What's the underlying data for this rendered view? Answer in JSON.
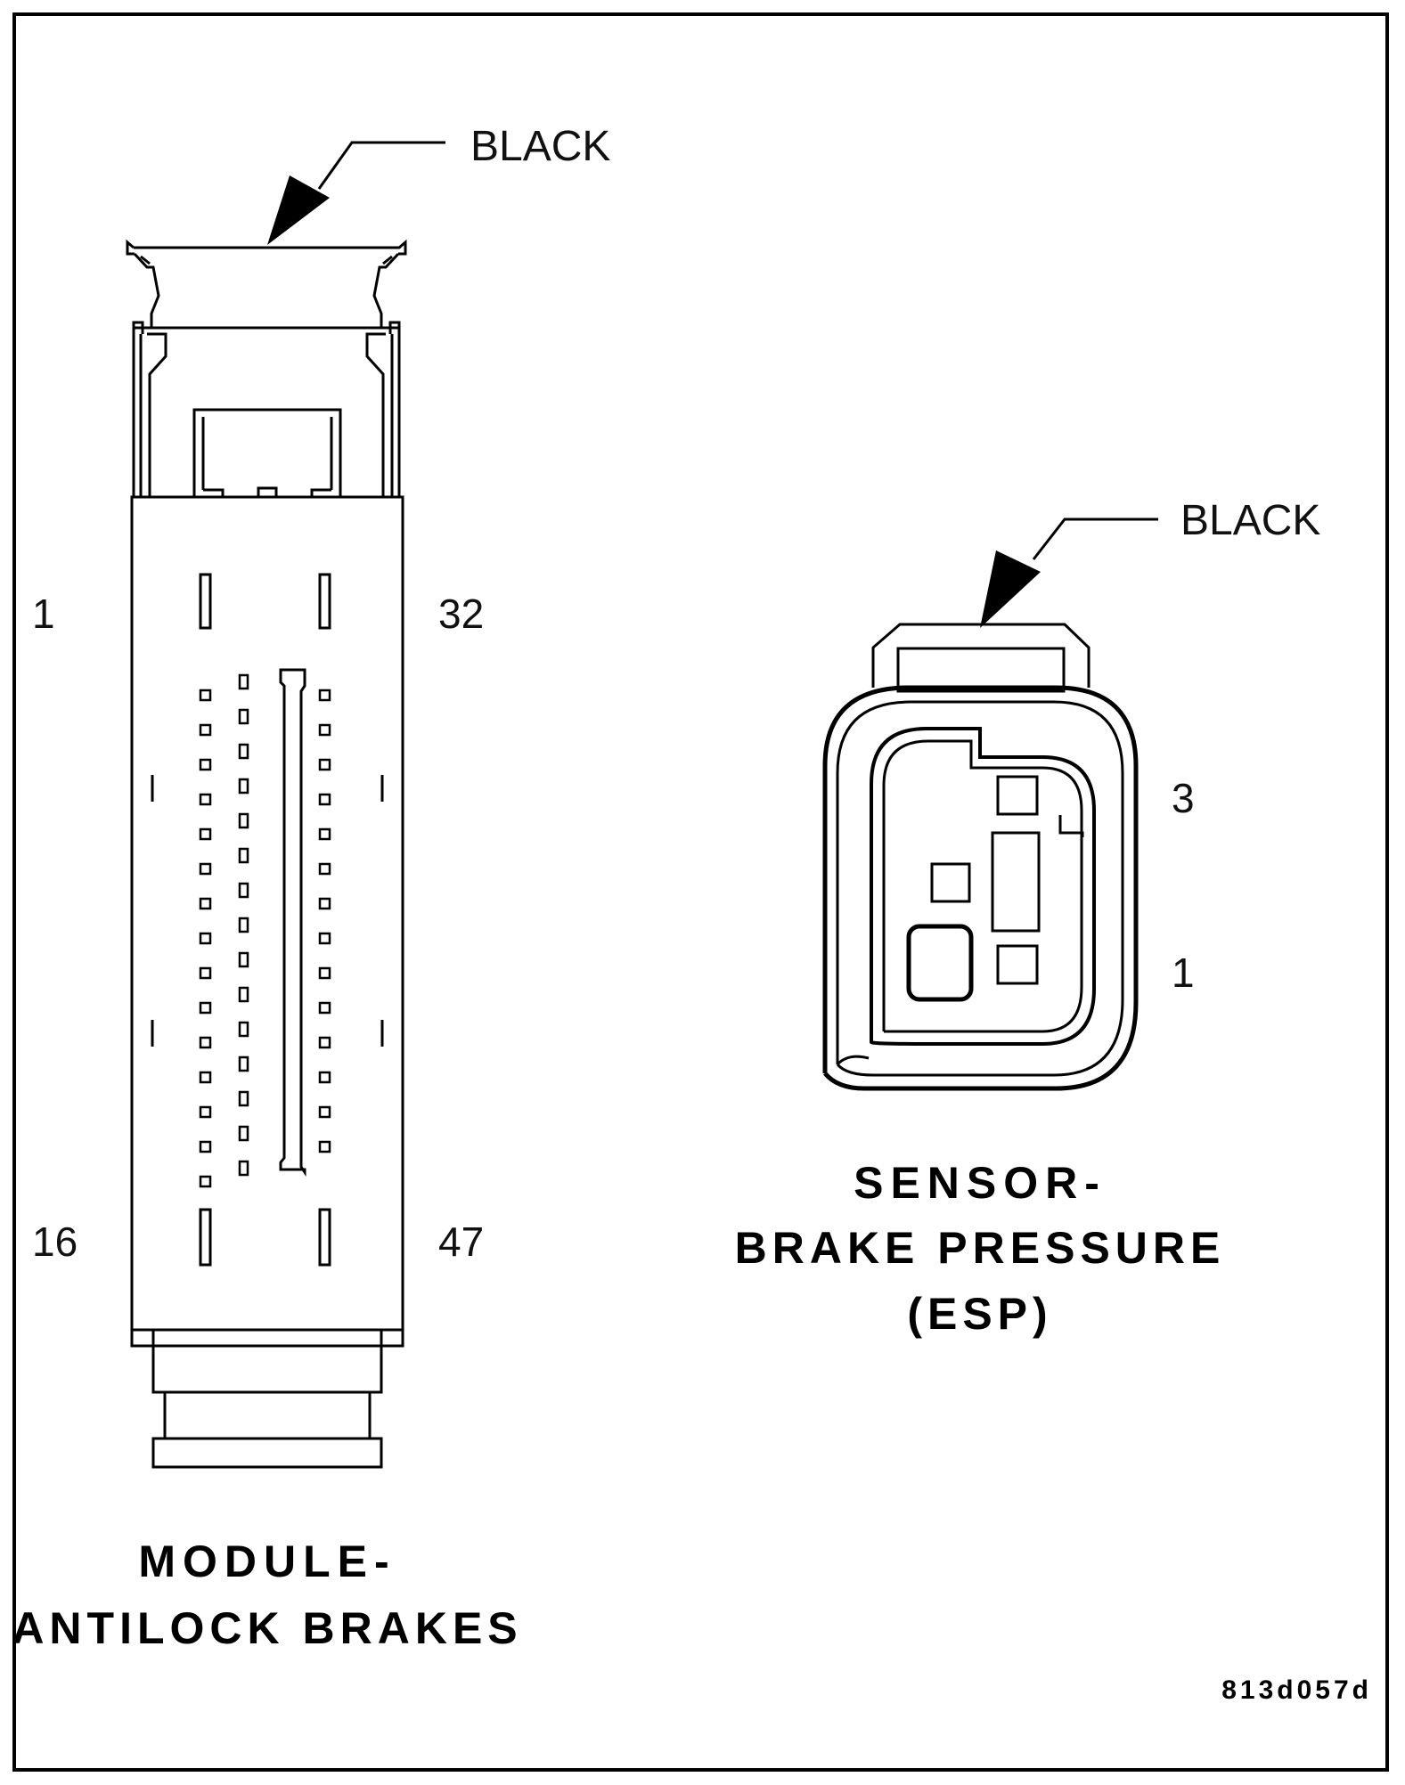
{
  "abs_module": {
    "color_label": "BLACK",
    "pin_labels": {
      "top_left": "1",
      "top_right": "32",
      "bottom_left": "16",
      "bottom_right": "47"
    },
    "title_line1": "MODULE-",
    "title_line2": "ANTILOCK BRAKES"
  },
  "pressure_sensor": {
    "color_label": "BLACK",
    "pin_labels": {
      "upper": "3",
      "lower": "1"
    },
    "title_line1": "SENSOR-",
    "title_line2": "BRAKE PRESSURE",
    "title_line3": "(ESP)"
  },
  "figure_id": "813d057d"
}
